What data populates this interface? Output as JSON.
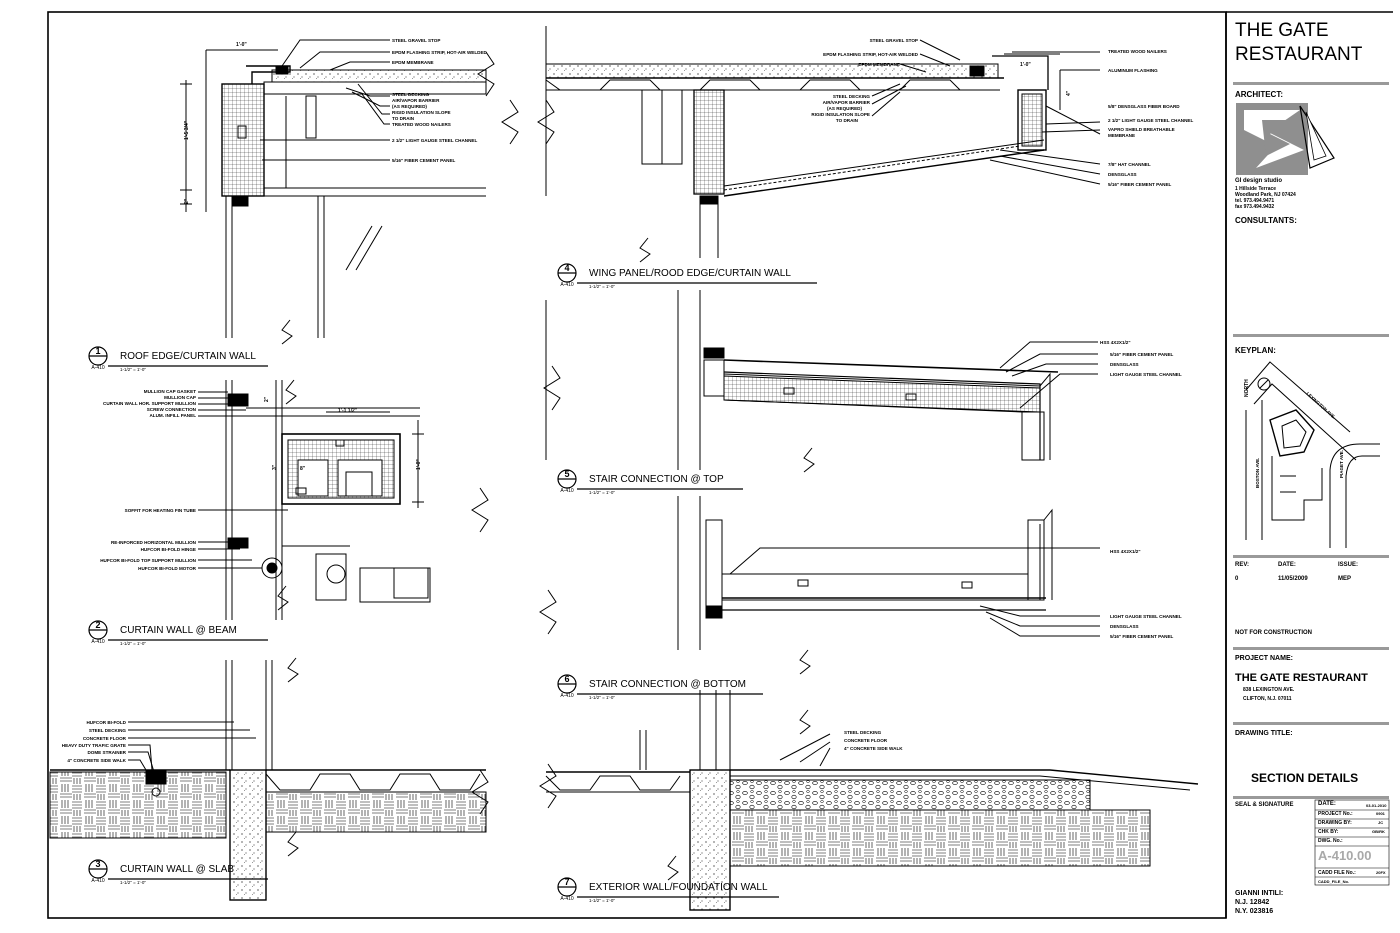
{
  "sheet": {
    "project_title": [
      "THE GATE",
      "RESTAURANT"
    ],
    "architect_label": "ARCHITECT:",
    "firm": {
      "name": "GI design studio",
      "address_lines": [
        "1 Hillside Terrace",
        "Woodland Park, NJ 07424",
        "tel. 973.494.9471",
        "fax 973.494.9432"
      ]
    },
    "consultants_label": "CONSULTANTS:",
    "keyplan_label": "KEYPLAN:",
    "keyplan_streets": [
      "NORTH",
      "LEXINGTON AVE.",
      "BOSTON AVE.",
      "PIAGET AVE."
    ],
    "revision": {
      "headers": [
        "REV:",
        "DATE:",
        "ISSUE:"
      ],
      "rows": [
        [
          "0",
          "11/05/2009",
          "MEP"
        ]
      ]
    },
    "not_for_construction": "NOT FOR CONSTRUCTION",
    "project_name_label": "PROJECT NAME:",
    "project_name": "THE GATE RESTAURANT",
    "project_address": [
      "838 LEXINGTON AVE.",
      "CLIFTON, N.J. 07011"
    ],
    "drawing_title_label": "DRAWING TITLE:",
    "drawing_title": "SECTION DETAILS",
    "seal_label": "SEAL & SIGNATURE",
    "info_table": [
      {
        "label": "DATE:",
        "value": "03-01-2010"
      },
      {
        "label": "PROJECT No.:",
        "value": "0901"
      },
      {
        "label": "DRAWING BY:",
        "value": "JC"
      },
      {
        "label": "CHK BY:",
        "value": "GB/RK"
      },
      {
        "label": "DWG. No.:",
        "value": ""
      }
    ],
    "sheet_number": "A-410.00",
    "cadd_rows": [
      {
        "label": "CADD FILE No.:",
        "value": "20FX"
      },
      {
        "label": "CADD_FILE_No.",
        "value": ""
      }
    ],
    "architect_signature": [
      "GIANNI INTILI:",
      "N.J. 12842",
      "N.Y. 023816"
    ]
  },
  "details": [
    {
      "number": "1",
      "sheet": "A-410",
      "title": "ROOF EDGE/CURTAIN WALL",
      "scale": "1-1/2\" = 1'-0\""
    },
    {
      "number": "2",
      "sheet": "A-410",
      "title": "CURTAIN WALL @ BEAM",
      "scale": "1-1/2\" = 1'-0\""
    },
    {
      "number": "3",
      "sheet": "A-410",
      "title": "CURTAIN WALL @ SLAB",
      "scale": "1-1/2\" = 1'-0\""
    },
    {
      "number": "4",
      "sheet": "A-410",
      "title": "WING PANEL/ROOD EDGE/CURTAIN WALL",
      "scale": "1-1/2\" = 1'-0\""
    },
    {
      "number": "5",
      "sheet": "A-410",
      "title": "STAIR CONNECTION @ TOP",
      "scale": "1-1/2\" = 1'-0\""
    },
    {
      "number": "6",
      "sheet": "A-410",
      "title": "STAIR CONNECTION @ BOTTOM",
      "scale": "1-1/2\" = 1'-0\""
    },
    {
      "number": "7",
      "sheet": "A-410",
      "title": "EXTERIOR WALL/FOUNDATION WALL",
      "scale": "1-1/2\" = 1'-0\""
    }
  ],
  "notes": {
    "d1": [
      "STEEL GRAVEL STOP",
      "EPDM FLASHING STRIP, HOT-AIR WELDED",
      "EPDM MEMBRANE",
      "STEEL DECKING",
      "AIR/VAPOR BARRIER",
      "(AS REQUIRED)",
      "RIGID INSULATION SLOPE",
      "TO DRAIN",
      "TREATED WOOD NAILERS",
      "2 1/2\" LIGHT GAUGE STEEL CHANNEL",
      "5/16\" FIBER CEMENT PANEL"
    ],
    "d2": [
      "MULLION CAP GASKET",
      "MULLION CAP",
      "CURTAIN WALL HOR. SUPPORT MULLION",
      "SCREW CONNECTION",
      "ALUM. INFILL PANEL",
      "SOFFIT FOR HEATING FIN TUBE",
      "RE-INFORCED HORIZONTAL MULLION",
      "HUFCOR BI-FOLD HINGE",
      "HUFCOR BI-FOLD TOP SUPPORT MULLION",
      "HUFCOR BI-FOLD MOTOR"
    ],
    "d3": [
      "HUFCOR BI-FOLD",
      "STEEL DECKING",
      "CONCRETE FLOOR",
      "HEAVY DUTY TRAFIC GRATE",
      "DOME STRAINER",
      "4\" CONCRETE SIDE WALK"
    ],
    "d4_left": [
      "STEEL GRAVEL STOP",
      "EPDM FLASHING STRIP, HOT-AIR WELDED",
      "EPDM MEMBRANE",
      "STEEL DECKING",
      "AIR/VAPOR BARRIER",
      "(AS REQUIRED)",
      "RIGID INSULATION SLOPE",
      "TO DRAIN"
    ],
    "d4_right": [
      "TREATED WOOD NAILERS",
      "ALUMINUM FLASHING",
      "5/8\" DENSGLASS FIBER BOARD",
      "2 1/2\" LIGHT GAUGE STEEL CHANNEL",
      "VAPRO SHIELD BREATHABLE",
      "MEMBRANE",
      "7/8\" HAT CHANNEL",
      "DENSGLASS",
      "5/16\" FIBER CEMENT PANEL"
    ],
    "d5": [
      "HSS 4X2X1/2\"",
      "5/16\" FIBER CEMENT PANEL",
      "DENSGLASS",
      "LIGHT GAUGE STEEL CHANNEL"
    ],
    "d6": [
      "HSS 4X2X1/2\"",
      "LIGHT GAUGE STEEL CHANNEL",
      "DENSGLASS",
      "5/16\" FIBER CEMENT PANEL"
    ],
    "d7": [
      "STEEL DECKING",
      "CONCRETE FLOOR",
      "4\" CONCRETE SIDE WALK"
    ]
  },
  "dimensions": [
    "1'-0\"",
    "1'-5 3/4\"",
    "2\"",
    "1'-1 1/2\"",
    "1'-0\"",
    "4\"",
    "2\"",
    "8\"",
    "1'-0\"",
    "3\""
  ],
  "colors": {
    "line": "#000000",
    "rule": "#9a9a9a",
    "logo_bg": "#8f8f8f",
    "sheet_no": "#a9a9a9"
  }
}
